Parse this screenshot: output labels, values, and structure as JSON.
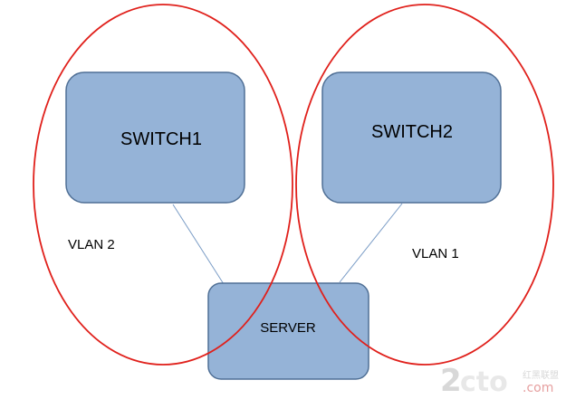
{
  "nodes": {
    "switch1": "SWITCH1",
    "switch2": "SWITCH2",
    "server": "SERVER"
  },
  "vlans": {
    "left": "VLAN 2",
    "right": "VLAN 1"
  },
  "watermark": {
    "main_digit": "2",
    "main_text": "cto",
    "suffix": ".com",
    "cjk": "红黑联盟"
  },
  "colors": {
    "box_fill": "#95B3D7",
    "box_stroke": "#4F6F95",
    "ellipse_stroke": "#E0201B",
    "link_stroke": "#7A9CC6"
  }
}
